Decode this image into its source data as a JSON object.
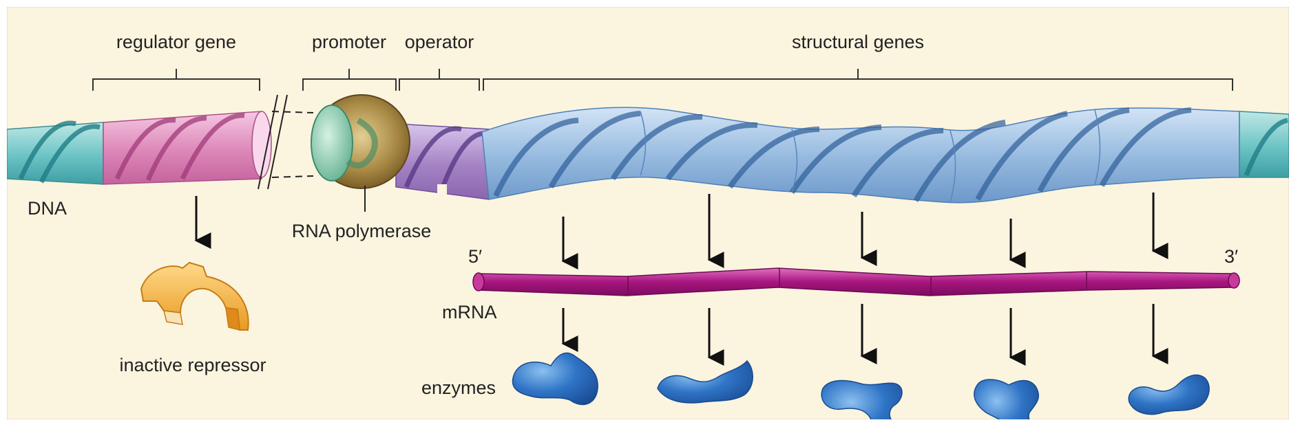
{
  "labels": {
    "regulator_gene": "regulator gene",
    "promoter": "promoter",
    "operator": "operator",
    "structural_genes": "structural genes",
    "dna": "DNA",
    "rna_polymerase": "RNA polymerase",
    "five_prime": "5′",
    "three_prime": "3′",
    "mrna": "mRNA",
    "enzymes": "enzymes",
    "inactive_repressor": "inactive repressor"
  },
  "colors": {
    "background": "#fbf4df",
    "dna_teal": "#6bc3c4",
    "regulator_pink": "#dc86b8",
    "operator_purple": "#a582c4",
    "structural_blue": "#98bce0",
    "polymerase_brown": "#a98a45",
    "polymerase_green": "#7ec8a8",
    "mrna_magenta": "#a8157f",
    "enzyme_blue": "#2f74c6",
    "repressor_orange": "#f4b545"
  }
}
